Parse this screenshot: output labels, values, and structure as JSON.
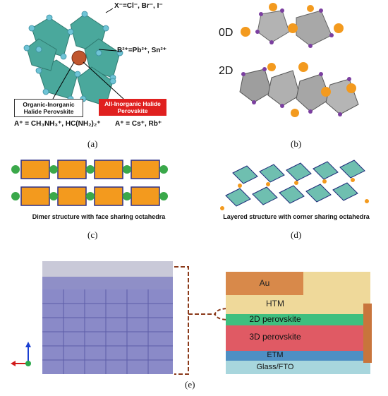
{
  "panel_a": {
    "x_label": "X⁻=Cl⁻, Br⁻, I⁻",
    "b_label": "B²⁺=Pb²⁺, Sn²⁺",
    "organic_box": "Organic-Inorganic Halide Perovskite",
    "inorganic_box": "All-Inorganic Halide Perovskite",
    "a_organic": "A⁺ = CH₃NH₃⁺, HC(NH₂)₂⁺",
    "a_inorganic": "A⁺ = Cs⁺, Rb⁺",
    "caption": "(a)"
  },
  "panel_b": {
    "label_0d": "0D",
    "label_2d": "2D",
    "caption": "(b)"
  },
  "panel_c": {
    "text": "Dimer structure with face sharing octahedra",
    "caption": "(c)"
  },
  "panel_d": {
    "text": "Layered structure with corner sharing octahedra",
    "caption": "(d)"
  },
  "panel_e": {
    "layers": {
      "au": "Au",
      "htm": "HTM",
      "p2d": "2D perovskite",
      "p3d": "3D perovskite",
      "etm": "ETM",
      "glass": "Glass/FTO"
    },
    "caption": "(e)"
  },
  "colors": {
    "octahedron": "#4aa89c",
    "a_cation": "#c0562e",
    "halide": "#6fc4d6",
    "red_box": "#e0201f",
    "orange_atom": "#f39a1e",
    "purple_atom": "#7b3fa0",
    "au": "#d8894a",
    "htm": "#efd99a",
    "p2d": "#3fbf7f",
    "p3d": "#e05a64",
    "etm": "#4e8fc4",
    "glass": "#a8d6dd"
  }
}
